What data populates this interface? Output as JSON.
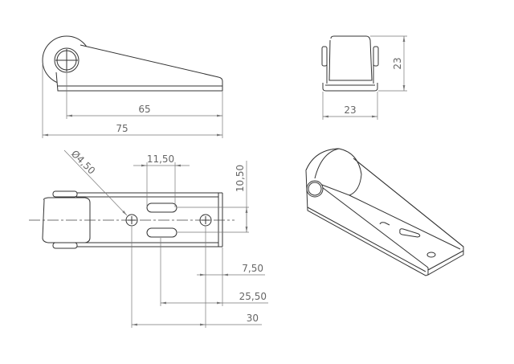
{
  "drawing": {
    "side_view": {
      "dim_inner": "65",
      "dim_overall": "75"
    },
    "front_view": {
      "dim_width": "23",
      "dim_height": "23"
    },
    "top_view": {
      "dim_hole_diameter": "Ø4,50",
      "dim_slot_length": "11,50",
      "dim_slot_spacing": "10,50",
      "dim_hole_from_end": "7,50",
      "dim_slot_from_end": "25,50",
      "dim_hole_spacing": "30"
    },
    "line_color": "#333333",
    "dimension_color": "#777777"
  }
}
